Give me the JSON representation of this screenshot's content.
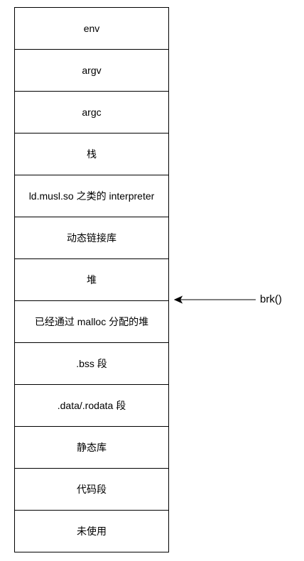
{
  "memory_layout": {
    "segments": [
      "env",
      "argv",
      "argc",
      "栈",
      "ld.musl.so 之类的 interpreter",
      "动态链接库",
      "堆",
      "已经通过 malloc 分配的堆",
      ".bss 段",
      ".data/.rodata 段",
      "静态库",
      "代码段",
      "未使用"
    ]
  },
  "pointer": {
    "label": "brk()"
  }
}
